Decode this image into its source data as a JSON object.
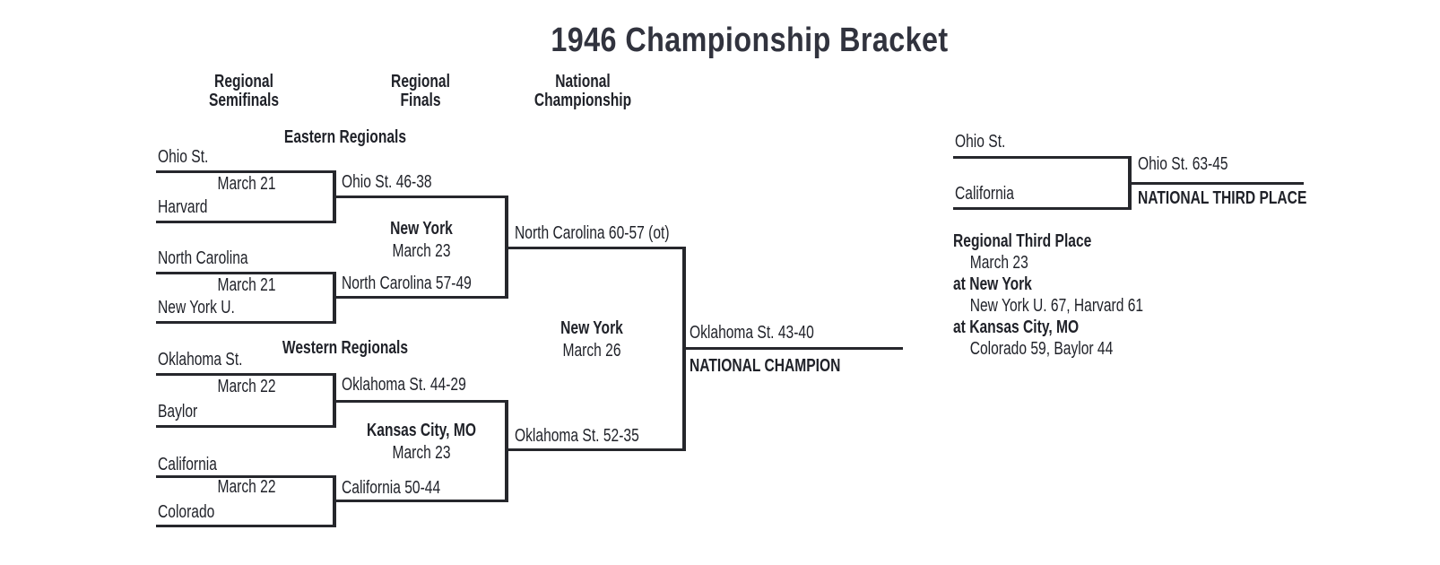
{
  "title": "1946 Championship Bracket",
  "colors": {
    "title": "#31333e",
    "text": "#1f2128",
    "line": "#26272c"
  },
  "columns": {
    "semifinals": "Regional Semifinals",
    "finals": "Regional Finals",
    "championship": "National Championship"
  },
  "east": {
    "header": "Eastern Regionals",
    "match1": {
      "team1": "Ohio St.",
      "date": "March 21",
      "team2": "Harvard",
      "winner": "Ohio St. 46-38"
    },
    "match2": {
      "team1": "North Carolina",
      "date": "March 21",
      "team2": "New York U.",
      "winner": "North Carolina 57-49"
    },
    "final": {
      "venue": "New York",
      "date": "March 23",
      "winner": "North Carolina 60-57 (ot)"
    }
  },
  "west": {
    "header": "Western Regionals",
    "match1": {
      "team1": "Oklahoma St.",
      "date": "March 22",
      "team2": "Baylor",
      "winner": "Oklahoma St. 44-29"
    },
    "match2": {
      "team1": "California",
      "date": "March 22",
      "team2": "Colorado",
      "winner": "California 50-44"
    },
    "final": {
      "venue": "Kansas City, MO",
      "date": "March 23",
      "winner": "Oklahoma St. 52-35"
    }
  },
  "championship": {
    "venue": "New York",
    "date": "March 26",
    "winner": "Oklahoma St. 43-40",
    "label": "NATIONAL CHAMPION"
  },
  "third_place_game": {
    "team1": "Ohio St.",
    "team2": "California",
    "winner": "Ohio St. 63-45",
    "label": "NATIONAL THIRD PLACE"
  },
  "regional_third_place": {
    "header": "Regional Third Place",
    "date": "March 23",
    "games": [
      {
        "venue": "at New York",
        "result": "New York U. 67, Harvard 61"
      },
      {
        "venue": "at Kansas City, MO",
        "result": "Colorado 59, Baylor 44"
      }
    ]
  }
}
